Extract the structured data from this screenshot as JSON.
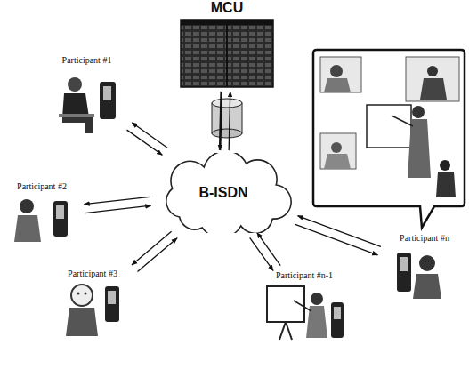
{
  "diagram": {
    "nodes": [
      {
        "text": [
          "MCU"
        ]
      },
      {
        "text": [
          "B-ISDN"
        ]
      },
      {
        "text": [
          "Participant #1"
        ]
      },
      {
        "text": [
          "Participant #2"
        ]
      },
      {
        "text": [
          "Participant #3"
        ]
      },
      {
        "text": [
          "Participant #n-1"
        ]
      },
      {
        "text": [
          "Participant #n"
        ]
      }
    ],
    "edges": [
      {
        "from": 0,
        "to": 1,
        "arrow": "to"
      },
      {
        "from": 1,
        "to": 0,
        "arrow": "to"
      },
      {
        "from": 2,
        "to": 1,
        "arrow": "to"
      },
      {
        "from": 1,
        "to": 2,
        "arrow": "to"
      },
      {
        "from": 3,
        "to": 1,
        "arrow": "to"
      },
      {
        "from": 1,
        "to": 3,
        "arrow": "to"
      },
      {
        "from": 4,
        "to": 1,
        "arrow": "to"
      },
      {
        "from": 1,
        "to": 4,
        "arrow": "to"
      },
      {
        "from": 5,
        "to": 1,
        "arrow": "to"
      },
      {
        "from": 1,
        "to": 5,
        "arrow": "to"
      },
      {
        "from": 6,
        "to": 1,
        "arrow": "to"
      },
      {
        "from": 1,
        "to": 6,
        "arrow": "to"
      }
    ]
  }
}
